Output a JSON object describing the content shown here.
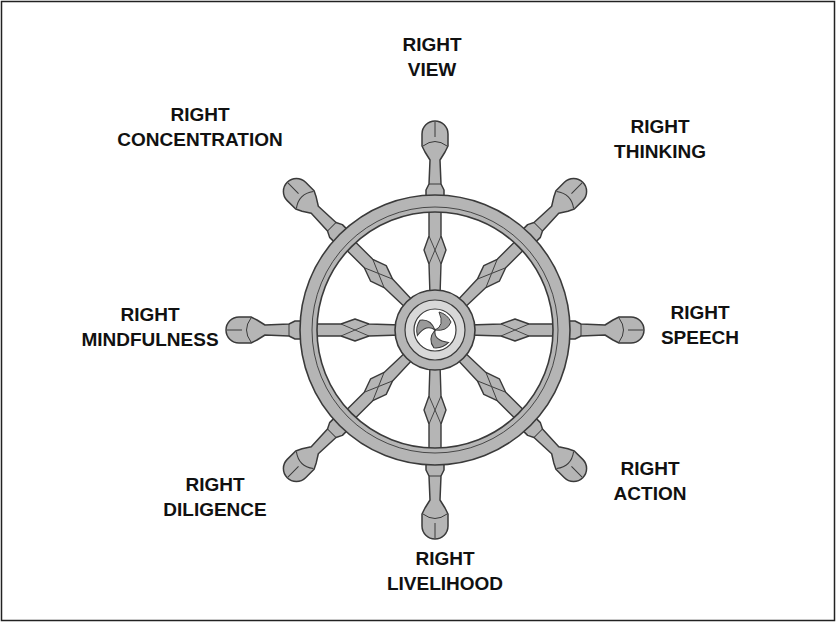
{
  "diagram": {
    "labels": [
      "RIGHT VIEW",
      "RIGHT THINKING",
      "RIGHT SPEECH",
      "RIGHT ACTION",
      "RIGHT LIVELIHOOD",
      "RIGHT DILIGENCE",
      "RIGHT MINDFULNESS",
      "RIGHT CONCENTRATION"
    ]
  }
}
